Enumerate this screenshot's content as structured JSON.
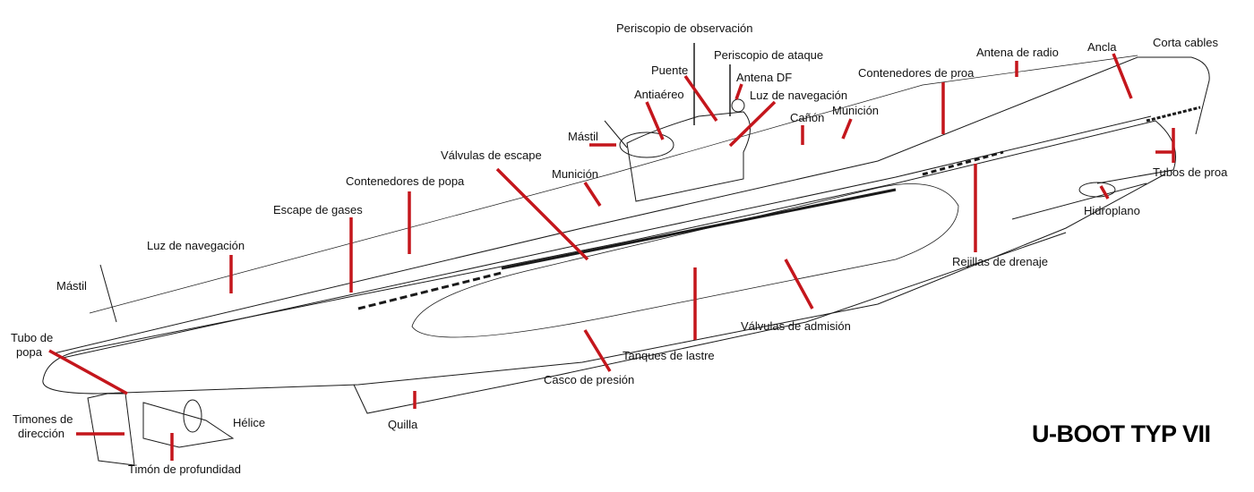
{
  "diagram": {
    "title": "U-BOOT TYP VII",
    "leader_color": "#c4161c",
    "line_color": "#1a1a1a",
    "labels": {
      "periscopio_observacion": "Periscopio de observación",
      "periscopio_ataque": "Periscopio de ataque",
      "puente": "Puente",
      "antena_df": "Antena DF",
      "antiaereo": "Antiaéreo",
      "luz_navegacion_torre": "Luz de navegación",
      "canon": "Cañón",
      "municion_proa": "Munición",
      "contenedores_proa": "Contenedores de proa",
      "antena_radio": "Antena de radio",
      "ancla": "Ancla",
      "corta_cables": "Corta cables",
      "tubos_proa": "Tubos de proa",
      "hidroplano": "Hidroplano",
      "rejillas_drenaje": "Rejillas de drenaje",
      "mastil_torre": "Mástil",
      "valvulas_escape": "Válvulas de escape",
      "municion_popa": "Munición",
      "contenedores_popa": "Contenedores de popa",
      "escape_gases": "Escape de gases",
      "luz_navegacion_popa": "Luz de navegación",
      "mastil_popa": "Mástil",
      "tubo_popa_1": "Tubo de",
      "tubo_popa_2": "popa",
      "timones_direccion_1": "Timones de",
      "timones_direccion_2": "dirección",
      "helice": "Hélice",
      "timon_profundidad": "Timón de profundidad",
      "quilla": "Quilla",
      "valvulas_admision": "Válvulas de admisión",
      "tanques_lastre": "Tanques de lastre",
      "casco_presion": "Casco de presión"
    }
  }
}
